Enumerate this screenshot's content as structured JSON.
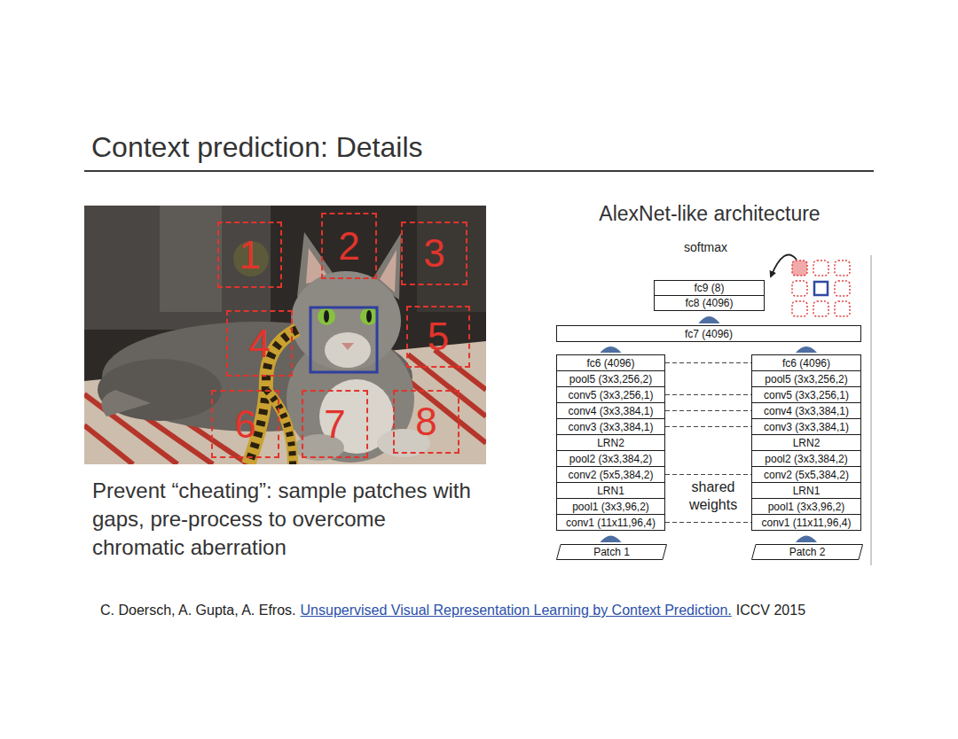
{
  "diagram": {
    "title": "Context prediction: Details",
    "nodes": [
      {
        "text": [
          "1"
        ]
      },
      {
        "text": [
          "2"
        ]
      },
      {
        "text": [
          "3"
        ]
      },
      {
        "text": [
          "4"
        ]
      },
      {
        "text": [
          "5"
        ]
      },
      {
        "text": [
          "6"
        ]
      },
      {
        "text": [
          "7"
        ]
      },
      {
        "text": [
          "8"
        ]
      },
      {
        "text": [
          "fc9 (8)"
        ]
      },
      {
        "text": [
          "fc8 (4096)"
        ]
      },
      {
        "text": [
          "fc7 (4096)"
        ]
      },
      {
        "text": [
          "fc6 (4096)"
        ]
      },
      {
        "text": [
          "pool5 (3x3,256,2)"
        ]
      },
      {
        "text": [
          "conv5 (3x3,256,1)"
        ]
      },
      {
        "text": [
          "conv4 (3x3,384,1)"
        ]
      },
      {
        "text": [
          "conv3 (3x3,384,1)"
        ]
      },
      {
        "text": [
          "LRN2"
        ]
      },
      {
        "text": [
          "pool2 (3x3,384,2)"
        ]
      },
      {
        "text": [
          "conv2 (5x5,384,2)"
        ]
      },
      {
        "text": [
          "LRN1"
        ]
      },
      {
        "text": [
          "pool1 (3x3,96,2)"
        ]
      },
      {
        "text": [
          "conv1 (11x11,96,4)"
        ]
      },
      {
        "text": [
          "Patch 1"
        ]
      },
      {
        "text": [
          "fc6 (4096)"
        ]
      },
      {
        "text": [
          "pool5 (3x3,256,2)"
        ]
      },
      {
        "text": [
          "conv5 (3x3,256,1)"
        ]
      },
      {
        "text": [
          "conv4 (3x3,384,1)"
        ]
      },
      {
        "text": [
          "conv3 (3x3,384,1)"
        ]
      },
      {
        "text": [
          "LRN2"
        ]
      },
      {
        "text": [
          "pool2 (3x3,384,2)"
        ]
      },
      {
        "text": [
          "conv2 (5x5,384,2)"
        ]
      },
      {
        "text": [
          "LRN1"
        ]
      },
      {
        "text": [
          "pool1 (3x3,96,2)"
        ]
      },
      {
        "text": [
          "conv1 (11x11,96,4)"
        ]
      },
      {
        "text": [
          "Patch 2"
        ]
      }
    ],
    "edges": [
      {
        "from": 22,
        "to": 21,
        "arrow": "to"
      },
      {
        "from": 34,
        "to": 33,
        "arrow": "to"
      },
      {
        "from": 11,
        "to": 10,
        "arrow": "to"
      },
      {
        "from": 23,
        "to": 10,
        "arrow": "to"
      },
      {
        "from": 10,
        "to": 9,
        "arrow": "to"
      },
      {
        "from": 11,
        "to": 23,
        "arrow": "none"
      },
      {
        "from": 13,
        "to": 25,
        "arrow": "none"
      },
      {
        "from": 14,
        "to": 26,
        "arrow": "none"
      },
      {
        "from": 15,
        "to": 27,
        "arrow": "none"
      },
      {
        "from": 18,
        "to": 30,
        "arrow": "none"
      },
      {
        "from": 21,
        "to": 33,
        "arrow": "none"
      }
    ],
    "labels": [
      "AlexNet-like architecture",
      "softmax",
      "shared weights",
      "Prevent “cheating”: sample patches with gaps, pre-process to overcome chromatic aberration",
      "C. Doersch, A. Gupta, A. Efros.",
      "Unsupervised Visual Representation Learning by Context Prediction.",
      "ICCV 2015"
    ]
  }
}
